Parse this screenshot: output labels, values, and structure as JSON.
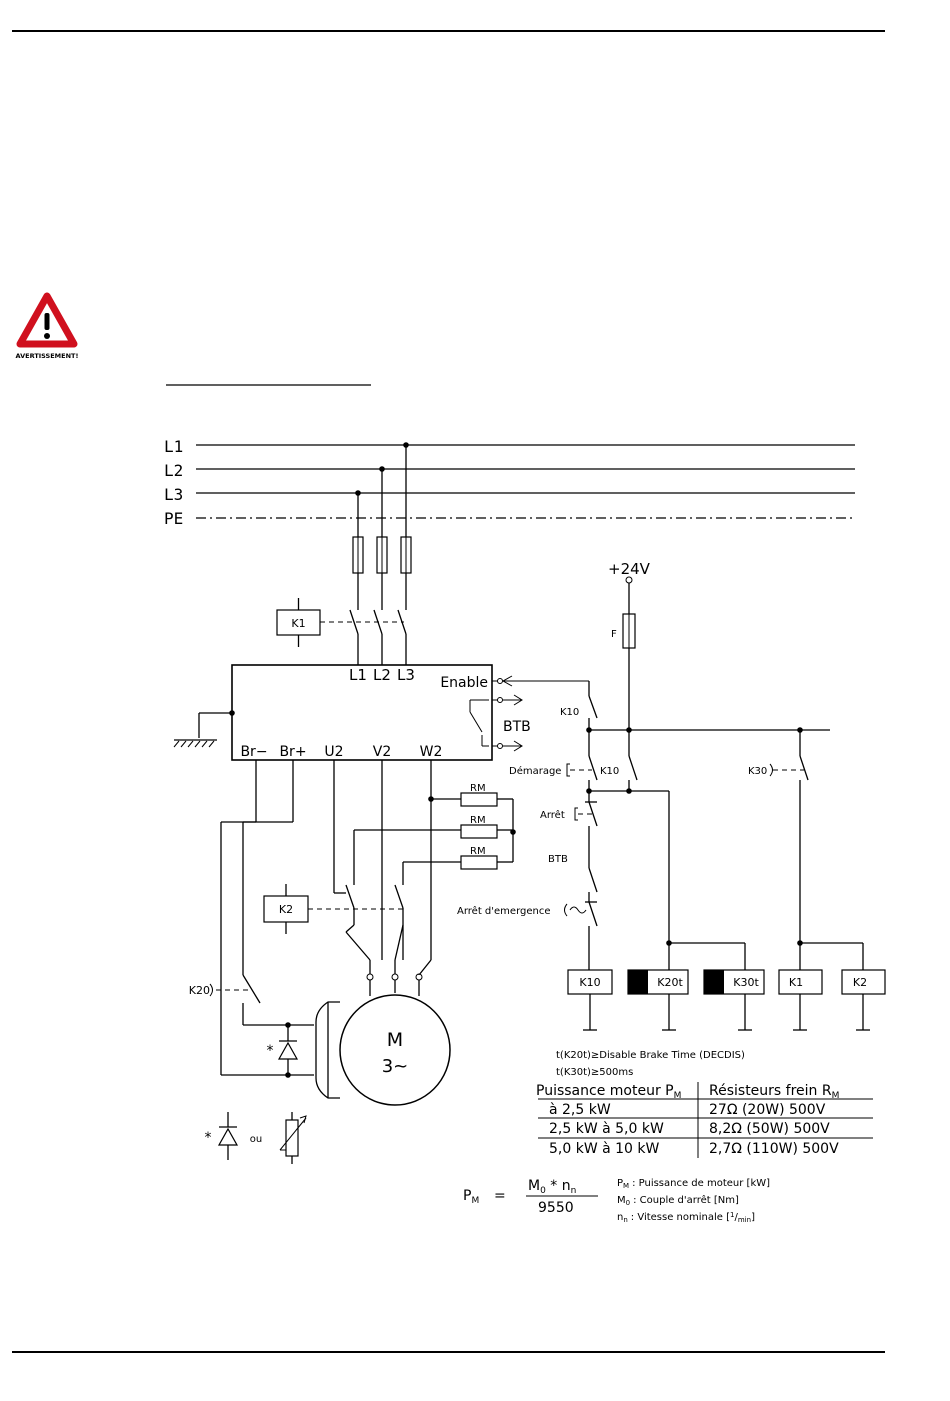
{
  "warning": {
    "icon": "warning-triangle-icon",
    "label": "AVERTISSEMENT!",
    "color": "#d0101e"
  },
  "bus": {
    "l1": "L1",
    "l2": "L2",
    "l3": "L3",
    "pe": "PE"
  },
  "supply": {
    "v24": "+24V",
    "fuse": "F"
  },
  "amp": {
    "in_l1": "L1",
    "in_l2": "L2",
    "in_l3": "L3",
    "enable": "Enable",
    "btb": "BTB",
    "br_minus": "Br−",
    "br_plus": "Br+",
    "u2": "U2",
    "v2": "V2",
    "w2": "W2"
  },
  "relays": {
    "k1": "K1",
    "k2": "K2",
    "k10": "K10",
    "k20t": "K20t",
    "k30t": "K30t",
    "k20": "K20",
    "k30": "K30"
  },
  "resistors": {
    "rm": "RM"
  },
  "controls": {
    "k10_contact": "K10",
    "demarrage": "Démarage",
    "arret": "Arrêt",
    "btb": "BTB",
    "emergency": "Arrêt d'emergence",
    "k30_contact": "K30"
  },
  "motor": {
    "m": "M",
    "phase": "3~",
    "star": "*"
  },
  "alt_symbols": {
    "star": "*",
    "ou": "ou"
  },
  "timings": {
    "line1": "t(K20t)≥Disable Brake Time (DECDIS)",
    "line2": "t(K30t)≥500ms"
  },
  "table": {
    "head_power": "Puissance moteur P",
    "head_power_sub": "M",
    "head_res": "Résisteurs frein R",
    "head_res_sub": "M",
    "rows": [
      {
        "power": "à 2,5 kW",
        "res": "27Ω (20W) 500V"
      },
      {
        "power": "2,5 kW à 5,0 kW",
        "res": "8,2Ω (50W) 500V"
      },
      {
        "power": "5,0 kW à 10 kW",
        "res": "2,7Ω (110W) 500V"
      }
    ]
  },
  "formula": {
    "lhs": "P",
    "lhs_sub": "M",
    "eq": "=",
    "num_a": "M",
    "num_a_sub": "0",
    "num_op": " * ",
    "num_b": "n",
    "num_b_sub": "n",
    "den": "9550",
    "legend": [
      {
        "sym": "P",
        "sub": "M",
        "text": ": Puissance de moteur [kW]"
      },
      {
        "sym": "M",
        "sub": "0",
        "text": ": Couple d'arrêt [Nm]"
      },
      {
        "sym": "n",
        "sub": "n",
        "text": ": Vitesse nominale [",
        "sup": "1",
        "slash": "/",
        "sub2": "min",
        "close": "]"
      }
    ]
  }
}
